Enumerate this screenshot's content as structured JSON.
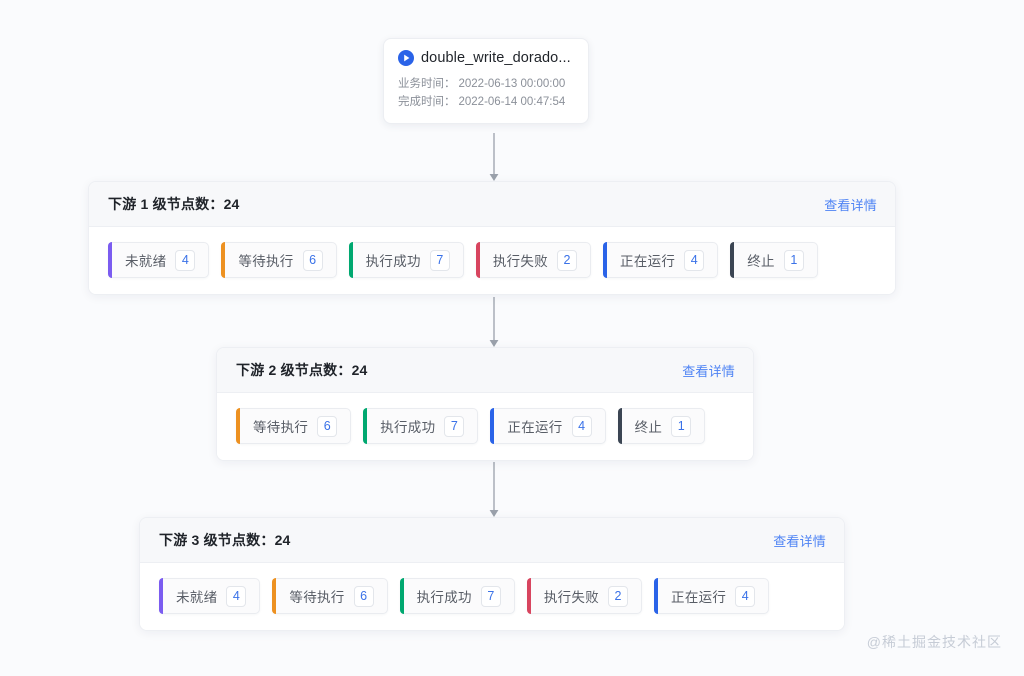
{
  "page": {
    "background": "#fafbfd",
    "watermark": "@稀土掘金技术社区"
  },
  "root_node": {
    "icon": "play-circle-icon",
    "title": "double_write_dorado...",
    "meta": [
      {
        "label": "业务时间：",
        "value": "2022-06-13 00:00:00"
      },
      {
        "label": "完成时间：",
        "value": "2022-06-14 00:47:54"
      }
    ]
  },
  "status_colors": {
    "not_ready": "#7b5cf0",
    "waiting": "#ed9121",
    "success": "#00a870",
    "failed": "#d8455f",
    "running": "#2a63e8",
    "terminated": "#3b4553",
    "link": "#4e83f4",
    "count_text": "#3a72e8"
  },
  "levels": [
    {
      "id": "level-1",
      "title": "下游 1 级节点数：24",
      "count": 24,
      "link_label": "查看详情",
      "chips": [
        {
          "name": "not-ready",
          "label": "未就绪",
          "count": 4,
          "color": "#7b5cf0"
        },
        {
          "name": "waiting",
          "label": "等待执行",
          "count": 6,
          "color": "#ed9121"
        },
        {
          "name": "success",
          "label": "执行成功",
          "count": 7,
          "color": "#00a870"
        },
        {
          "name": "failed",
          "label": "执行失败",
          "count": 2,
          "color": "#d8455f"
        },
        {
          "name": "running",
          "label": "正在运行",
          "count": 4,
          "color": "#2a63e8"
        },
        {
          "name": "terminated",
          "label": "终止",
          "count": 1,
          "color": "#3b4553"
        }
      ]
    },
    {
      "id": "level-2",
      "title": "下游 2 级节点数：24",
      "count": 24,
      "link_label": "查看详情",
      "chips": [
        {
          "name": "waiting",
          "label": "等待执行",
          "count": 6,
          "color": "#ed9121"
        },
        {
          "name": "success",
          "label": "执行成功",
          "count": 7,
          "color": "#00a870"
        },
        {
          "name": "running",
          "label": "正在运行",
          "count": 4,
          "color": "#2a63e8"
        },
        {
          "name": "terminated",
          "label": "终止",
          "count": 1,
          "color": "#3b4553"
        }
      ]
    },
    {
      "id": "level-3",
      "title": "下游 3 级节点数：24",
      "count": 24,
      "link_label": "查看详情",
      "chips": [
        {
          "name": "not-ready",
          "label": "未就绪",
          "count": 4,
          "color": "#7b5cf0"
        },
        {
          "name": "waiting",
          "label": "等待执行",
          "count": 6,
          "color": "#ed9121"
        },
        {
          "name": "success",
          "label": "执行成功",
          "count": 7,
          "color": "#00a870"
        },
        {
          "name": "failed",
          "label": "执行失败",
          "count": 2,
          "color": "#d8455f"
        },
        {
          "name": "running",
          "label": "正在运行",
          "count": 4,
          "color": "#2a63e8"
        }
      ]
    }
  ]
}
